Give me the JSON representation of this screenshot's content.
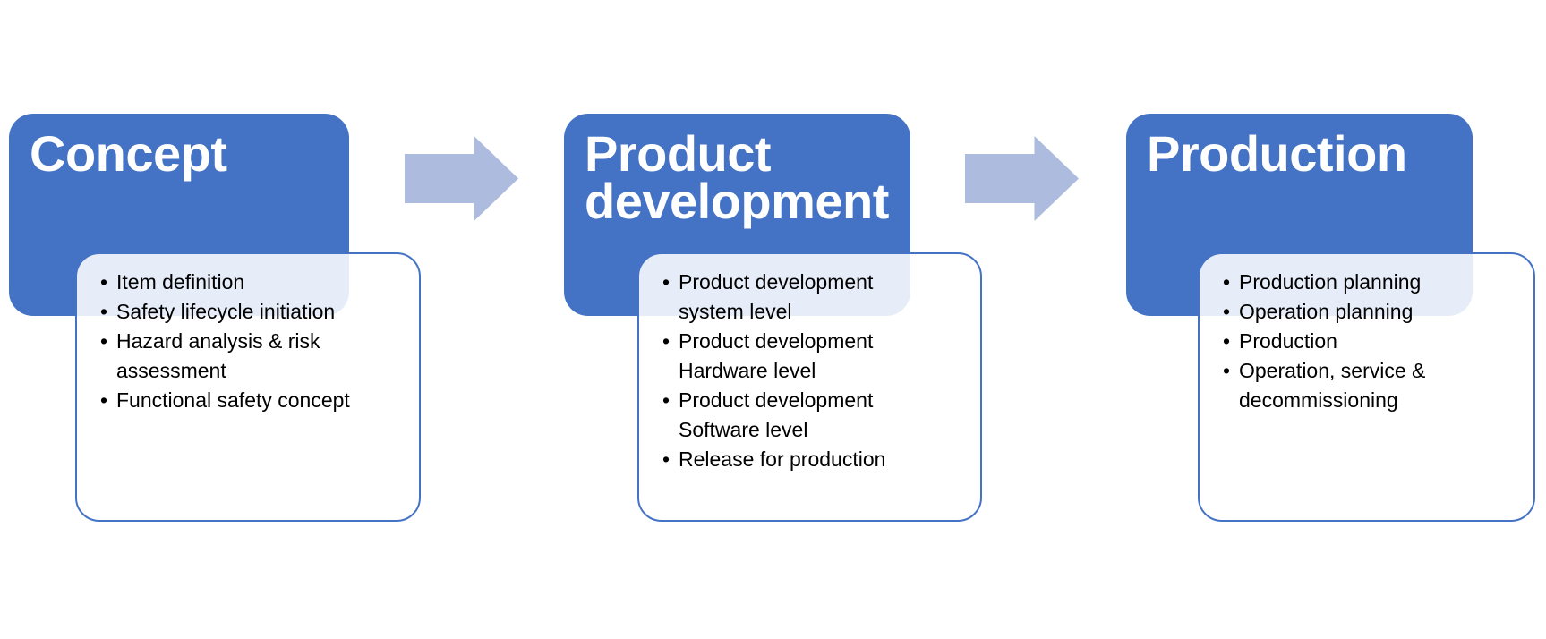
{
  "diagram": {
    "stages": [
      {
        "title": "Concept",
        "bullets": [
          "Item definition",
          "Safety lifecycle initiation",
          "Hazard analysis & risk\nassessment",
          "Functional safety concept"
        ]
      },
      {
        "title": "Product\ndevelopment",
        "bullets": [
          "Product development\nsystem level",
          "Product development\nHardware level",
          "Product development\nSoftware level",
          "Release for production"
        ]
      },
      {
        "title": "Production",
        "bullets": [
          "Production planning",
          "Operation planning",
          "Production",
          "Operation, service &\ndecommissioning"
        ]
      }
    ],
    "arrows": [
      {
        "icon": "right-block-arrow"
      },
      {
        "icon": "right-block-arrow"
      }
    ],
    "colors": {
      "stage_header_fill": "#4472C4",
      "detail_box_border": "#4472C4",
      "overlap_tint": "#E7EDF7",
      "arrow_fill": "#ACBBDE",
      "title_text": "#FFFFFF",
      "bullet_text": "#000000",
      "background": "#FFFFFF"
    }
  }
}
